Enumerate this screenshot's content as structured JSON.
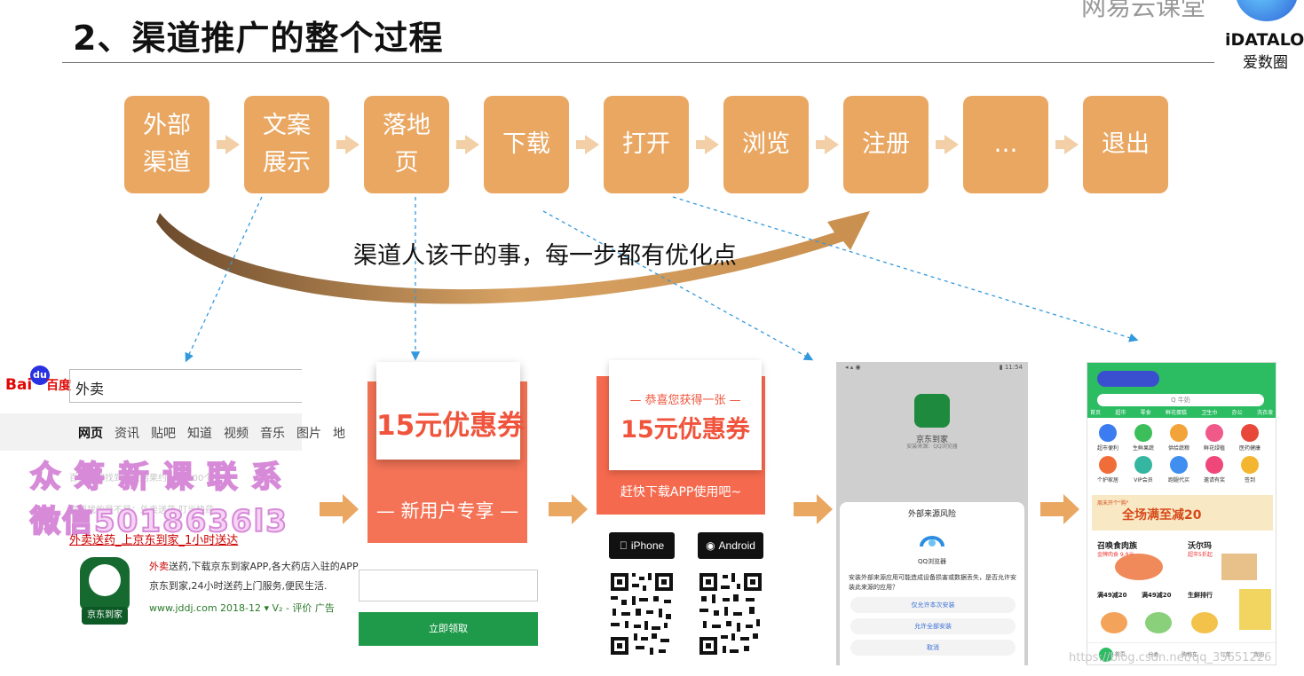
{
  "title": "2、渠道推广的整个过程",
  "brand": {
    "top": "网易云课堂",
    "en": "iDATALO",
    "cn": "爱数圈"
  },
  "steps": [
    {
      "label": "外部\n渠道"
    },
    {
      "label": "文案\n展示"
    },
    {
      "label": "落地\n页"
    },
    {
      "label": "下载"
    },
    {
      "label": "打开"
    },
    {
      "label": "浏览"
    },
    {
      "label": "注册"
    },
    {
      "label": "…"
    },
    {
      "label": "退出"
    }
  ],
  "arc_label": "渠道人该干的事，每一步都有优化点",
  "colors": {
    "step": "#e9a762",
    "arrow_light": "#f2cfa6",
    "dashed": "#3399dd",
    "coupon_red": "#f47356",
    "green": "#1f9a4a"
  },
  "baidu": {
    "logo_bai": "Bai",
    "logo_du": "du",
    "logo_cn": "百度",
    "query": "外卖",
    "tabs": [
      "网页",
      "资讯",
      "贴吧",
      "知道",
      "视频",
      "音乐",
      "图片",
      "地"
    ],
    "faint_line1": "百度为您找到相关结果约100,000个",
    "faint_line2": "您要找的是不是：外卖送药 叮当快药",
    "result_title": "外卖送药_上京东到家_1小时送达",
    "ad_line1_red": "外卖",
    "ad_line1_rest": "送药,下载京东到家APP,各大药店入驻的APP",
    "ad_line2": "京东到家,24小时送药上门服务,便民生活.",
    "url": "www.jddj.com  2018-12  ▾ V₂ - 评价  广告",
    "jd_label": "京东到家"
  },
  "watermark": {
    "line1": "众 筹 新 课 联 系",
    "line2": "微信5018636l3"
  },
  "landing": {
    "coupon": "15元优惠券",
    "ribbon": "— 新用户专享 —",
    "button": "立即领取"
  },
  "download": {
    "header": "— 恭喜您获得一张 —",
    "coupon": "15元优惠券",
    "cta": "赶快下载APP使用吧~",
    "iphone": "iPhone",
    "android": "Android"
  },
  "install": {
    "status_left": "◂ ▴ ◉",
    "status_right": "▮ 11:54",
    "app_name": "京东到家",
    "app_source": "安装来源：QQ浏览器",
    "dialog_title": "外部来源风险",
    "browser": "QQ浏览器",
    "warning": "安装外部来源应用可能造成设备损害或数据丢失，是否允许安装此来源的应用？",
    "btn_once": "仅允许本次安装",
    "btn_all": "允许全部安装",
    "btn_cancel": "取消"
  },
  "home": {
    "search": "Q 牛奶",
    "nav": [
      "首页",
      "超市",
      "零食",
      "鲜花蛋糕",
      "卫生巾",
      "办公",
      "洗衣液"
    ],
    "cats": [
      "超市便利",
      "生鲜果蔬",
      "供给蔬粮",
      "鲜花绿植",
      "医药健康",
      "个护家居",
      "VIP会员",
      "跑腿代买",
      "邀请有奖",
      "签到"
    ],
    "banner_sub": "周末开个\"购\"",
    "banner": "全场满至减20",
    "shop1": "召唤食肉族",
    "shop1_sub": "金牌肉食 9.9元",
    "shop2": "沃尔玛",
    "shop2_sub": "超市5折起",
    "deal1": "满49减20",
    "deal2": "满49减20",
    "deal3": "生鲜排行",
    "tabbar": [
      "首页",
      "分类",
      "购物车",
      "订单",
      "我的"
    ]
  },
  "csdn": "https://blog.csdn.net/qq_35651226"
}
